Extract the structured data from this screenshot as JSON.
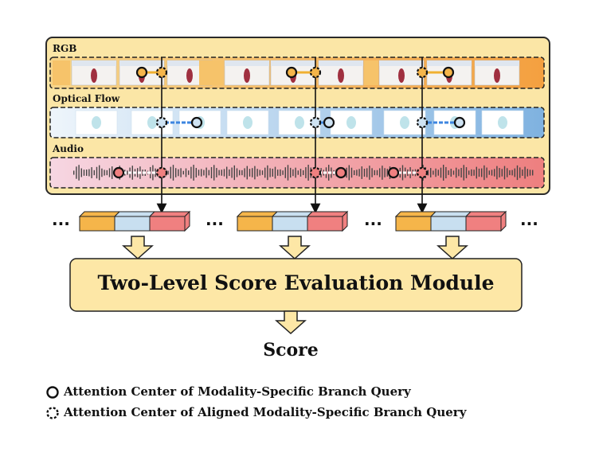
{
  "panel": {
    "rgb_label": "RGB",
    "flow_label": "Optical Flow",
    "audio_label": "Audio"
  },
  "ellipsis": "...",
  "module": {
    "title": "Two-Level Score Evaluation Module"
  },
  "output": {
    "label": "Score"
  },
  "legend": {
    "solid_circle": "Attention Center of Modality-Specific Branch Query",
    "dashed_circle": "Attention Center of Aligned Modality-Specific Branch Query"
  },
  "colors": {
    "panel_fill": "#fbe6a6",
    "panel_border": "#2a2a2a",
    "rgb_token": "#f5b54a",
    "flow_token": "#c8dff0",
    "audio_token": "#f08080",
    "module_fill": "#fde7a6",
    "arrow_fill": "#fde7a6",
    "flow_arrow": "#3d86e0",
    "rgb_arrow": "#f0b030",
    "audio_bar": "#444444"
  }
}
